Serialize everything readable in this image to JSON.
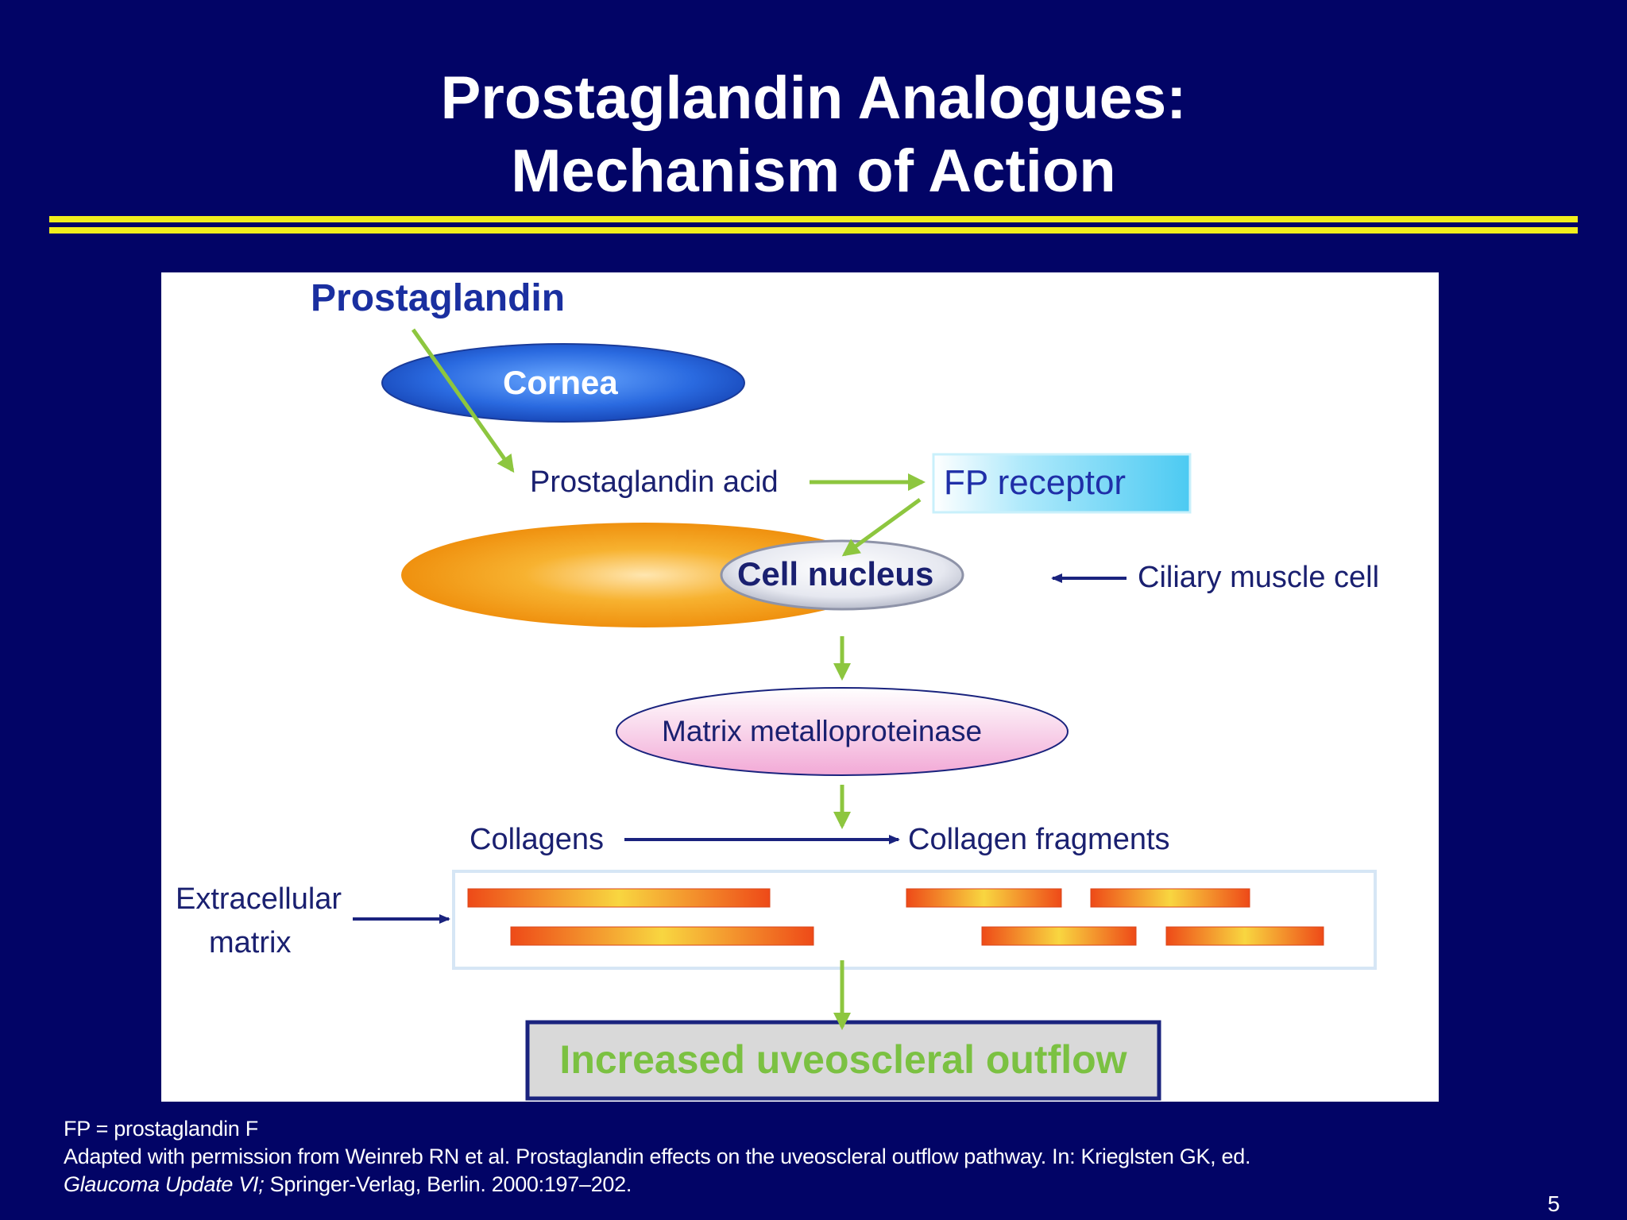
{
  "slide": {
    "title_line1": "Prostaglandin Analogues:",
    "title_line2": "Mechanism of Action",
    "page_number": "5"
  },
  "diagram": {
    "prostaglandin": "Prostaglandin",
    "cornea": "Cornea",
    "prostaglandin_acid": "Prostaglandin acid",
    "fp_receptor": "FP receptor",
    "cell_nucleus": "Cell nucleus",
    "ciliary_muscle_cell": "Ciliary muscle cell",
    "matrix_metalloproteinase": "Matrix metalloproteinase",
    "collagens": "Collagens",
    "collagen_fragments": "Collagen fragments",
    "extracellular_line1": "Extracellular",
    "extracellular_line2": "matrix",
    "outcome": "Increased uveoscleral outflow"
  },
  "footnote": {
    "line1": "FP = prostaglandin F",
    "line2": "Adapted with permission from Weinreb RN et al. Prostaglandin effects on the uveoscleral outflow pathway. In: Krieglsten GK, ed.",
    "line3_italic": "Glaucoma Update VI;",
    "line3_rest": " Springer-Verlag,  Berlin. 2000:197–202."
  },
  "colors": {
    "background": "#020466",
    "title_rule": "#f2ef1c",
    "arrow_green": "#8dc63f",
    "arrow_navy": "#1a237e",
    "cornea_blue": "#1e5fd8",
    "receptor_cyan": "#5fd3f5",
    "nucleus_orange": "#f49a0e",
    "mmp_pink": "#f3b6dd",
    "collagen_orange": "#f0551a",
    "outcome_green": "#7bc142"
  }
}
